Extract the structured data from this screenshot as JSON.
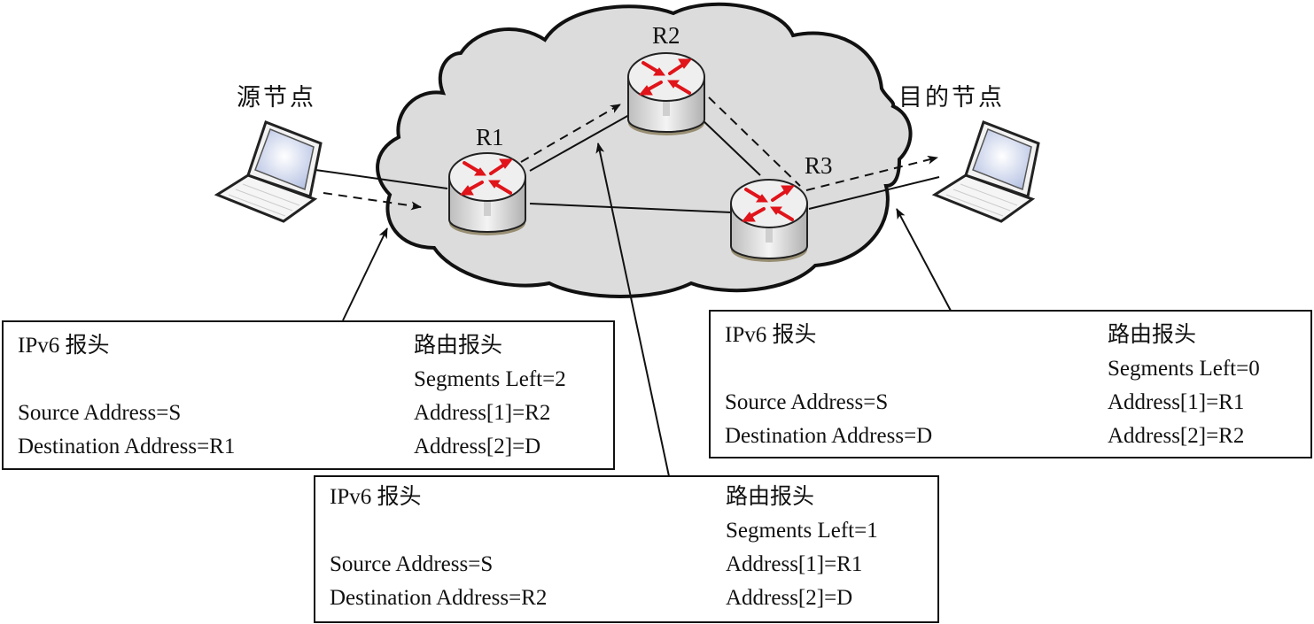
{
  "nodes": {
    "source": {
      "label": "源节点"
    },
    "destination": {
      "label": "目的节点"
    }
  },
  "routers": [
    {
      "id": "R1",
      "label": "R1"
    },
    {
      "id": "R2",
      "label": "R2"
    },
    {
      "id": "R3",
      "label": "R3"
    }
  ],
  "colors": {
    "cloud_fill": "#dcdcdc",
    "router_arrow": "#e0141a",
    "line": "#111111"
  },
  "header_boxes": [
    {
      "stage": "source-to-R1",
      "ipv6_title": "IPv6 报头",
      "source_address": "Source Address=S",
      "destination_address": "Destination Address=R1",
      "routing_title": "路由报头",
      "segments_left": "Segments Left=2",
      "address1": "Address[1]=R2",
      "address2": "Address[2]=D"
    },
    {
      "stage": "R1-to-R2",
      "ipv6_title": "IPv6 报头",
      "source_address": "Source Address=S",
      "destination_address": "Destination Address=R2",
      "routing_title": "路由报头",
      "segments_left": "Segments Left=1",
      "address1": "Address[1]=R1",
      "address2": "Address[2]=D"
    },
    {
      "stage": "R3-to-destination",
      "ipv6_title": "IPv6 报头",
      "source_address": "Source Address=S",
      "destination_address": "Destination Address=D",
      "routing_title": "路由报头",
      "segments_left": "Segments Left=0",
      "address1": "Address[1]=R1",
      "address2": "Address[2]=R2"
    }
  ]
}
